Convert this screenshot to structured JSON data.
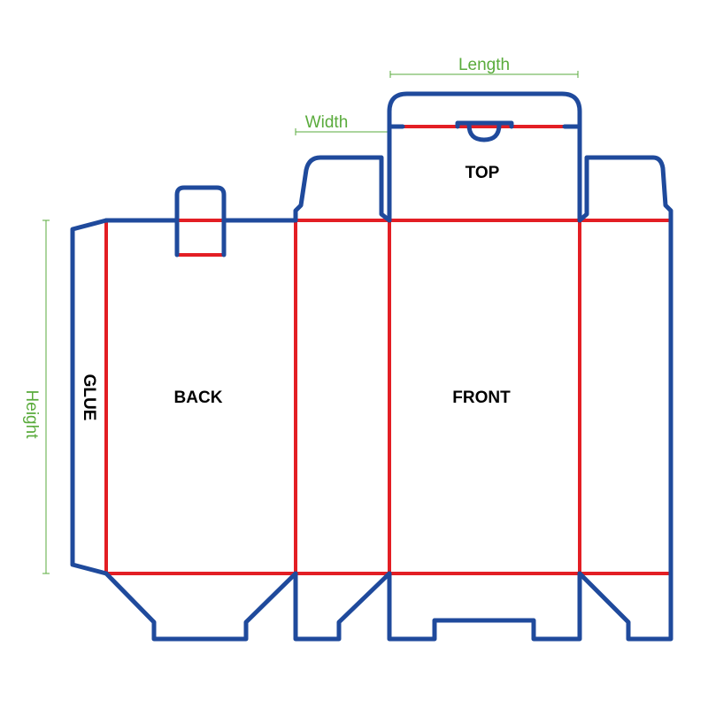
{
  "labels": {
    "top": "TOP",
    "back": "BACK",
    "front": "FRONT",
    "glue": "GLUE"
  },
  "dimensions": {
    "length": "Length",
    "width": "Width",
    "height": "Height"
  },
  "colors": {
    "cut_line": "#1f4a9c",
    "fold_line": "#e31e24",
    "dimension": "#5aab3c",
    "panel_text": "#000000"
  }
}
